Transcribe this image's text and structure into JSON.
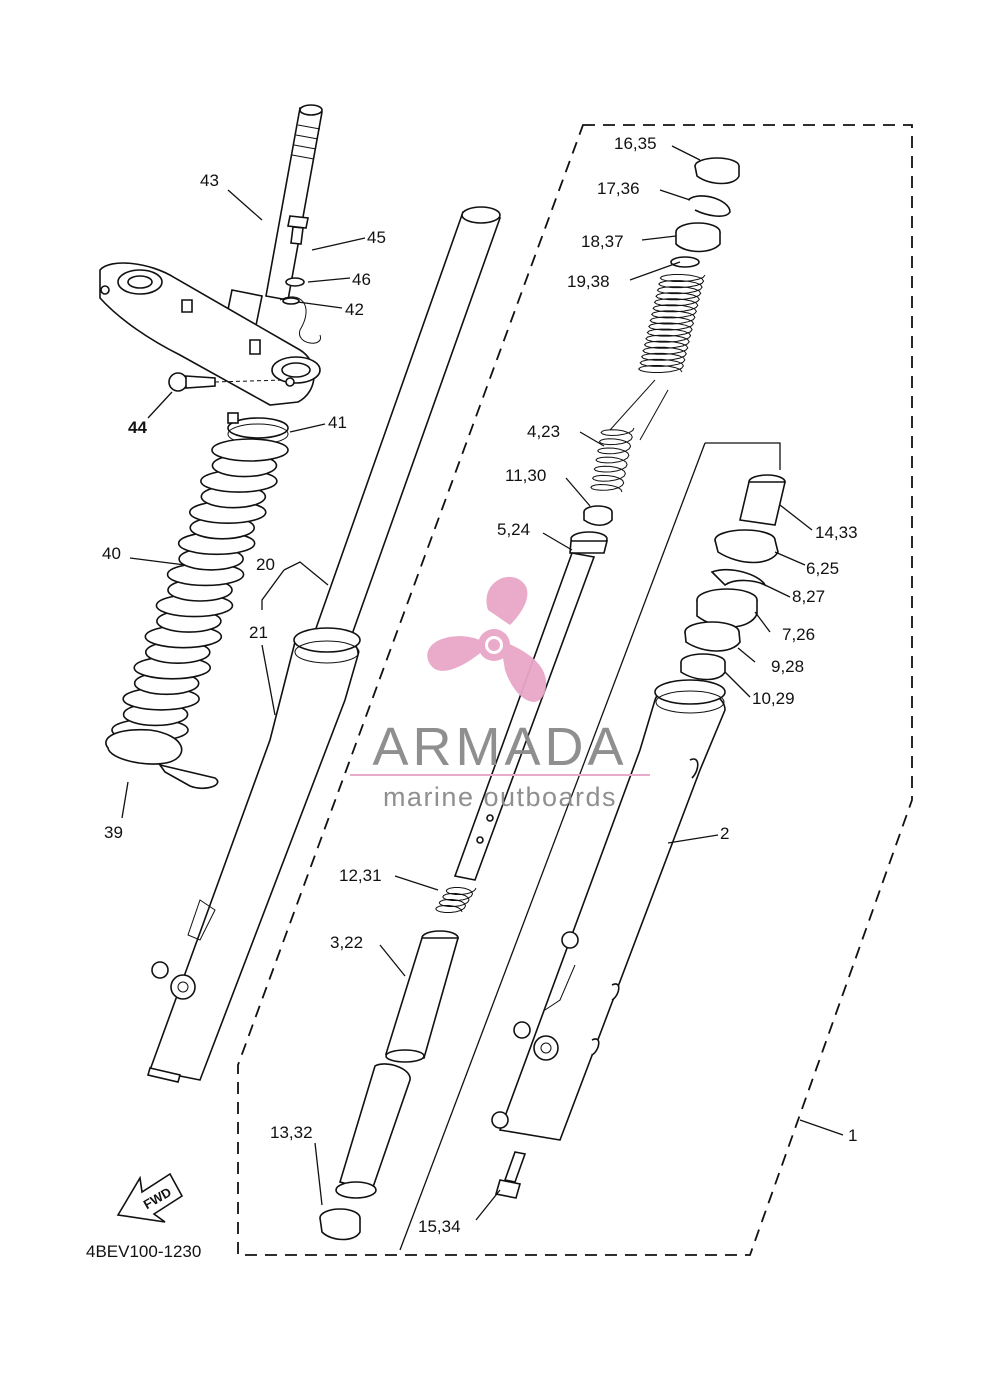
{
  "diagram": {
    "code": "4BEV100-1230",
    "fwd_label": "FWD",
    "labels": {
      "p1": "1",
      "p2": "2",
      "p3": "3,22",
      "p4": "4,23",
      "p5": "5,24",
      "p6": "6,25",
      "p7": "7,26",
      "p8": "8,27",
      "p9": "9,28",
      "p10": "10,29",
      "p11": "11,30",
      "p12": "12,31",
      "p13": "13,32",
      "p14": "14,33",
      "p15": "15,34",
      "p16": "16,35",
      "p17": "17,36",
      "p18": "18,37",
      "p19": "19,38",
      "p20": "20",
      "p21": "21",
      "p39": "39",
      "p40": "40",
      "p41": "41",
      "p42": "42",
      "p43": "43",
      "p44": "44",
      "p45": "45",
      "p46": "46"
    }
  },
  "watermark": {
    "brand": "ARMADA",
    "tagline": "marine outboards",
    "logo_color": "#e8a7c7",
    "text_color": "#8a8a8a"
  }
}
